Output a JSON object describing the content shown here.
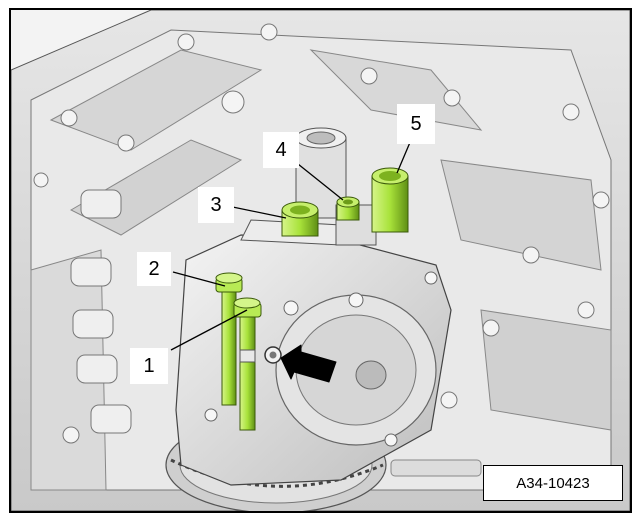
{
  "colors": {
    "part_highlight": "#a8e23a",
    "part_highlight_dark": "#6fa11a",
    "housing": "#dcdcdc",
    "housing_shadow": "#9a9a9a",
    "outline": "#000000",
    "arrow": "#000000"
  },
  "callouts": [
    {
      "id": "1",
      "label": "1"
    },
    {
      "id": "2",
      "label": "2"
    },
    {
      "id": "3",
      "label": "3"
    },
    {
      "id": "4",
      "label": "4"
    },
    {
      "id": "5",
      "label": "5"
    }
  ],
  "reference_code": "A34-10423",
  "icons": {
    "pointer_arrow": "arrow-pointer-icon"
  }
}
